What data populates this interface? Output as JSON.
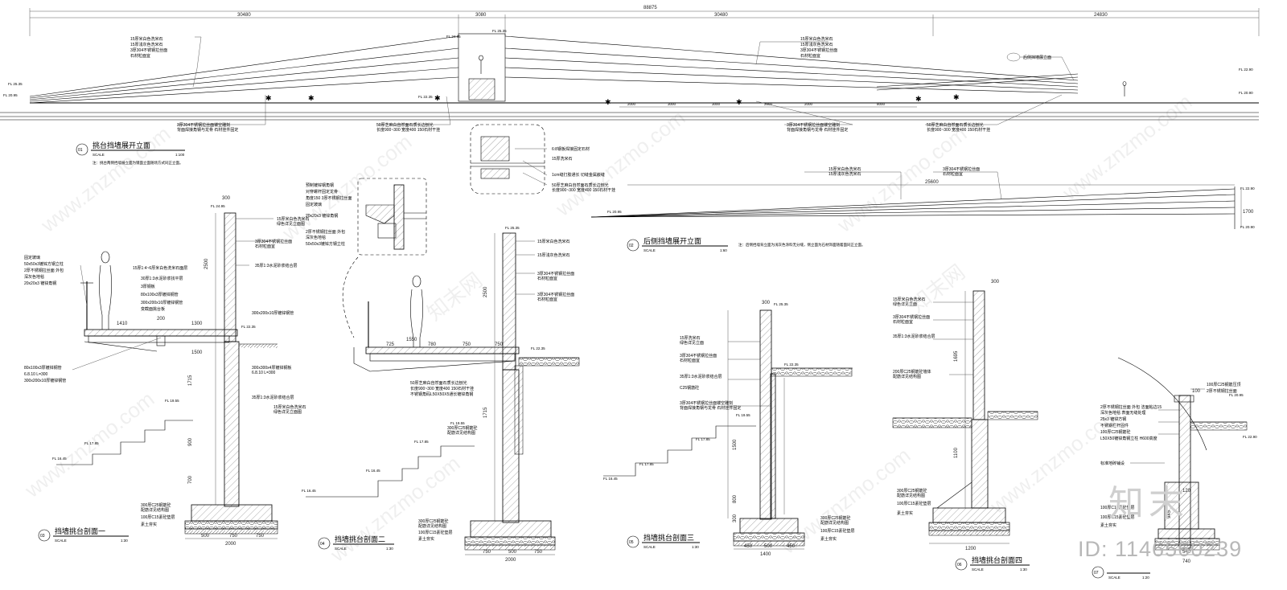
{
  "drawings": [
    {
      "no": "01",
      "title": "挑台挡墙展开立面",
      "scale_label": "SCALE",
      "scale": "1:100",
      "note": "注：挑台两侧挡墙展立面为镜面立面随场方式同正立面。",
      "dims": [
        "30480",
        "3080",
        "30480",
        "24830",
        "88875"
      ],
      "spans": [
        "2000",
        "3000",
        "3000",
        "2000",
        "2000",
        "8000"
      ],
      "callouts": [
        "15厚米白色洗米石",
        "15厚浅灰色洗米石",
        "3厚304不锈钢拉丝面",
        "石材粒面宜",
        "3厚304不锈钢拉丝面镂空雕刻",
        "背面焊接角钢与龙骨 石材挂件固定",
        "50厚芝麻白自然面石质长边刨光",
        "长度900~300 宽度400 150石材干挂",
        "后侧挡墙展立面"
      ]
    },
    {
      "no": "02",
      "title": "后侧挡墙展开立面",
      "scale_label": "SCALE",
      "scale": "1:60",
      "note": "注：后侧挡墙背立面为浅灰色涂料无分缝，侧立面为石材饰面随着面同正立面。",
      "dims": [
        "25600",
        "1700"
      ],
      "callouts": [
        "15厚米白色洗米石",
        "15厚浅灰色洗米石",
        "3厚304不锈钢拉丝面",
        "石材粒面宜"
      ]
    },
    {
      "no": "03",
      "title": "挡墙挑台剖面一",
      "scale_label": "SCALE",
      "scale": "1:30",
      "dims": [
        "300",
        "1410",
        "200",
        "1300",
        "1500",
        "1715",
        "900",
        "700",
        "500",
        "750",
        "2000"
      ],
      "callouts": [
        "15厚米白色洗米石",
        "绿色详见立面图",
        "3厚304不锈钢拉丝面",
        "35厚1:3水泥砂浆结合层",
        "15厚1:4~6厚米白色洗米石面层",
        "30厚1:3水泥砂浆找平层",
        "3厚钢板",
        "80x100x3厚镀锌钢管",
        "300x200x10厚镀锌钢管",
        "变截面挑台板",
        "300x300x4厚镀锌钢板",
        "6.8.10 L=300",
        "300厚C25钢筋砼",
        "配筋详见结构图",
        "100厚C15素砼垫层",
        "素土夯实"
      ]
    },
    {
      "no": "04",
      "title": "挡墙挑台剖面二",
      "scale_label": "SCALE",
      "scale": "1:30",
      "dims": [
        "725",
        "780",
        "750",
        "750",
        "1550",
        "2500",
        "1715",
        "2000",
        "750",
        "500",
        "750"
      ],
      "callouts": [
        "15厚米白色洗米石",
        "15厚浅灰色洗米石",
        "3厚304不锈钢拉丝面",
        "石材粒面宜",
        "50厚芝麻白自然面石质长边刨光",
        "不锈钢角码L50X50X5通长镀锌角钢",
        "300厚C25钢筋砼",
        "配筋详见结构图",
        "100厚C15素砼垫层",
        "素土夯实"
      ]
    },
    {
      "no": "05",
      "title": "挡墙挑台剖面三",
      "scale_label": "SCALE",
      "scale": "1:30",
      "dims": [
        "300",
        "1500",
        "800",
        "300",
        "450",
        "500",
        "450",
        "1400"
      ],
      "callouts": [
        "15厚洗米石",
        "绿色详见立面",
        "3厚304不锈钢拉丝面",
        "石材粒面宜",
        "35厚1:3水泥砂浆结合层",
        "C25钢筋砼",
        "3厚304不锈钢拉丝面镂空雕刻",
        "背面焊接角钢与龙骨 石材挂件固定",
        "300厚C25钢筋砼",
        "配筋详见结构图",
        "100厚C15素砼垫层",
        "素土夯实"
      ]
    },
    {
      "no": "06",
      "title": "挡墙挑台剖面四",
      "scale_label": "SCALE",
      "scale": "1:30",
      "dims": [
        "300",
        "1695",
        "1100",
        "1200"
      ],
      "callouts": [
        "15厚米白色洗米石",
        "绿色详见立面",
        "3厚304不锈钢拉丝面",
        "石材粒面宜",
        "35厚1:3水泥砂浆结合层",
        "200厚C25钢筋砼墙体",
        "300厚C25钢筋砼",
        "配筋详见结构图",
        "100厚C15素砼垫层",
        "素土夯实"
      ]
    },
    {
      "no": "07",
      "title": "",
      "scale_label": "SCALE",
      "scale": "1:20",
      "dims": [
        "100",
        "120",
        "540",
        "740",
        "945"
      ],
      "callouts": [
        "100厚C25钢筋压顶",
        "2厚不锈钢拉丝面",
        "2厚不锈钢拉丝面 外包 洁面粘边15",
        "深灰色地毯 表面无缝处理",
        "25x3 镀锌方钢",
        "不锈钢栏杆固件",
        "100厚C25钢筋砼",
        "L50X50镀锌角钢立柱 H600高度",
        "标准地砖铺设",
        "100厚C15素砼垫层",
        "素土夯实"
      ]
    }
  ],
  "detail_callouts": [
    "6:8钢板焊接固定石材",
    "15厚洗米石",
    "1cm缝打胶通长 切缝金属嵌缝",
    "50厚芝麻白自然面石质长边刨光",
    "长度900~300 宽度400 150石材干挂",
    "预制镀锌钢角钢",
    "对穿螺杆固定龙骨",
    "角度150 3厚不锈钢拉丝面",
    "固定玻璃",
    "20x20x3 镀锌角钢",
    "2厚不锈钢拉丝面 外包",
    "深灰色地毯",
    "50x50x3镀锌方钢立柱"
  ],
  "levels": [
    "FL 25.35",
    "FL 24.95",
    "FL 22.90",
    "FL 22.35",
    "FL 20.95",
    "FL 20.90",
    "FL 19.55",
    "FL 17.85",
    "FL 16.45"
  ],
  "watermark": "www.znzmo.com",
  "watermark_cn": "知末网",
  "brand": "知末",
  "image_id": "ID: 1146560239"
}
